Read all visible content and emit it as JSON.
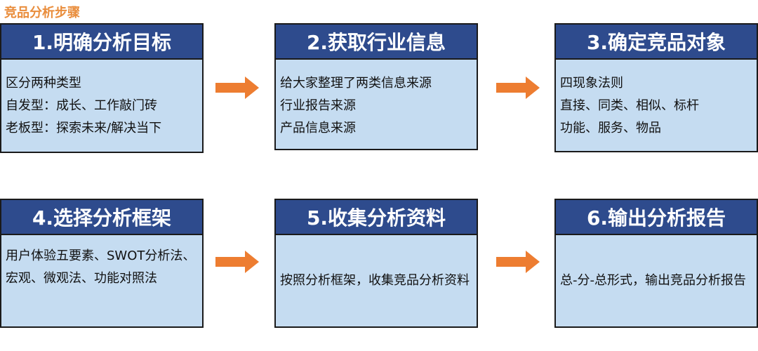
{
  "title": "竞品分析步骤",
  "colors": {
    "title": "#e98d3c",
    "header_bg": "#2e4b8d",
    "body_bg": "#c5dcf1",
    "arrow": "#ed7d31",
    "border": "#1a1a1a"
  },
  "steps": [
    {
      "title": "1.明确分析目标",
      "lines": [
        "区分两种类型",
        "自发型：成长、工作敲门砖",
        "老板型：探索未来/解决当下"
      ]
    },
    {
      "title": "2.获取行业信息",
      "lines": [
        "给大家整理了两类信息来源",
        "行业报告来源",
        "产品信息来源"
      ]
    },
    {
      "title": "3.确定竞品对象",
      "lines": [
        "四现象法则",
        "直接、同类、相似、标杆",
        "功能、服务、物品"
      ]
    },
    {
      "title": "4.选择分析框架",
      "lines": [
        "用户体验五要素、SWOT分析法、宏观、微观法、功能对照法"
      ]
    },
    {
      "title": "5.收集分析资料",
      "lines": [
        "按照分析框架，收集竞品分析资料"
      ]
    },
    {
      "title": "6.输出分析报告",
      "lines": [
        "总-分-总形式，输出竞品分析报告"
      ]
    }
  ]
}
